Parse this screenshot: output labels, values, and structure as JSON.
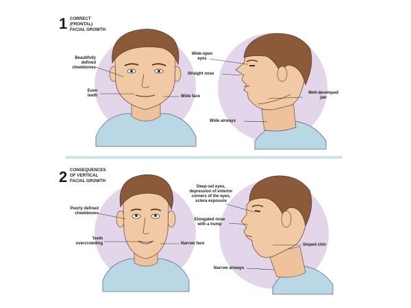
{
  "section1": {
    "number": "1",
    "heading": "CORRECT\n(FRONTAL)\nFACIAL GROWTH",
    "front_labels": {
      "cheekbones": "Beautifully\ndefined\ncheekbones",
      "teeth": "Even\nteeth",
      "face": "Wide face"
    },
    "profile_labels": {
      "eyes": "Wide-open\neyes",
      "nose": "Straight nose",
      "jaw": "Well-developed\njaw",
      "airways": "Wide airways"
    }
  },
  "section2": {
    "number": "2",
    "heading": "CONSEQUENCES\nOF VERTICAL\nFACIAL GROWTH",
    "front_labels": {
      "cheekbones": "Poorly defined\ncheekbones",
      "teeth": "Teeth\novercrowding",
      "face": "Narrow face"
    },
    "profile_labels": {
      "eyes": "Deep-set eyes,\ndepression of exterior\ncorners of the eyes,\nsclera exposure",
      "nose": "Elongated nose\nwith a hump",
      "chin": "Sloped chin",
      "airways": "Narrow airways"
    }
  },
  "colors": {
    "circle": "#e4d6ea",
    "skin": "#f1c9a5",
    "hair": "#8a5a3b",
    "shirt": "#b9d7e4",
    "divider": "#cfe1ea"
  }
}
